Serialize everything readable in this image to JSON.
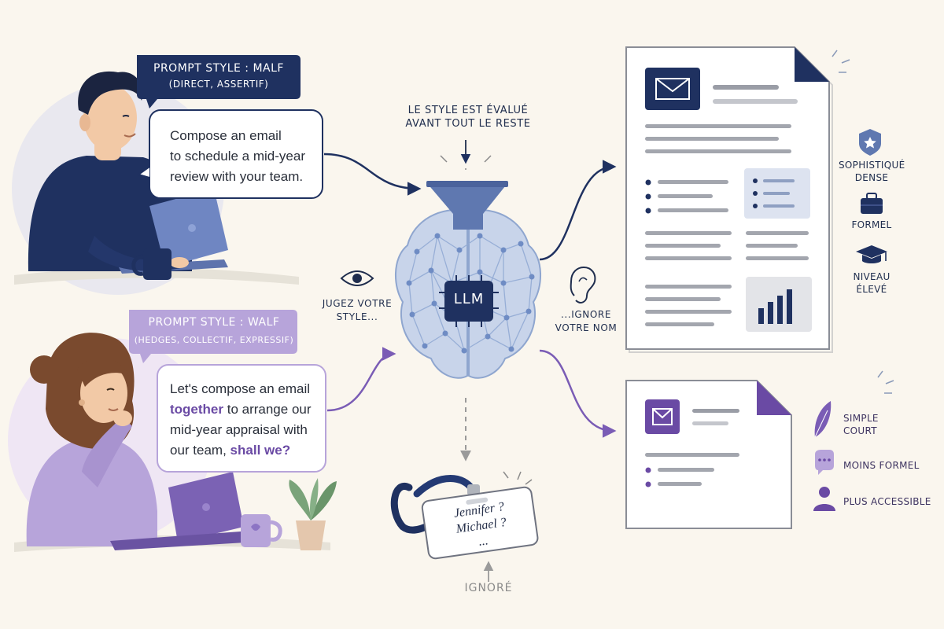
{
  "colors": {
    "background": "#faf6ee",
    "navy": "#1f3160",
    "purple": "#6a4aa4",
    "lavender": "#b7a4da",
    "brain_blue": "#8fa6cf"
  },
  "top_persona": {
    "tag_title": "PROMPT STYLE : MALF",
    "tag_subtitle": "(DIRECT, ASSERTIF)",
    "bubble_lines": [
      "Compose an email",
      "to schedule a mid-year",
      "review with your team."
    ]
  },
  "bottom_persona": {
    "tag_title": "PROMPT STYLE : WALF",
    "tag_subtitle": "(HEDGES, COLLECTIF, EXPRESSIF)",
    "bubble": {
      "l1": "Let's compose an email",
      "l2_hl": "together",
      "l2": " to arrange our",
      "l3": "mid-year appraisal with",
      "l4": "our team, ",
      "l4_hl": "shall we?"
    }
  },
  "center": {
    "top_note": [
      "LE STYLE EST ÉVALUÉ",
      "AVANT TOUT LE RESTE"
    ],
    "chip_label": "LLM",
    "left_note": [
      "JUGEZ VOTRE",
      "STYLE..."
    ],
    "right_note": [
      "...IGNORE",
      "VOTRE NOM"
    ],
    "badge_lines": [
      "Jennifer ?",
      "Michael ?",
      "..."
    ],
    "ignored_label": "IGNORÉ",
    "icons": [
      "eye-icon",
      "ear-icon",
      "funnel-icon",
      "lanyard-badge-icon"
    ]
  },
  "top_output": {
    "attributes": [
      {
        "icon": "star-shield-icon",
        "lines": [
          "SOPHISTIQUÉ",
          "DENSE"
        ]
      },
      {
        "icon": "briefcase-icon",
        "lines": [
          "FORMEL"
        ]
      },
      {
        "icon": "graduation-cap-icon",
        "lines": [
          "NIVEAU",
          "ÉLEVÉ"
        ]
      }
    ]
  },
  "bottom_output": {
    "attributes": [
      {
        "icon": "feather-icon",
        "lines": [
          "SIMPLE",
          "COURT"
        ]
      },
      {
        "icon": "chat-icon",
        "lines": [
          "MOINS FORMEL"
        ]
      },
      {
        "icon": "person-icon",
        "lines": [
          "PLUS ACCESSIBLE"
        ]
      }
    ]
  }
}
